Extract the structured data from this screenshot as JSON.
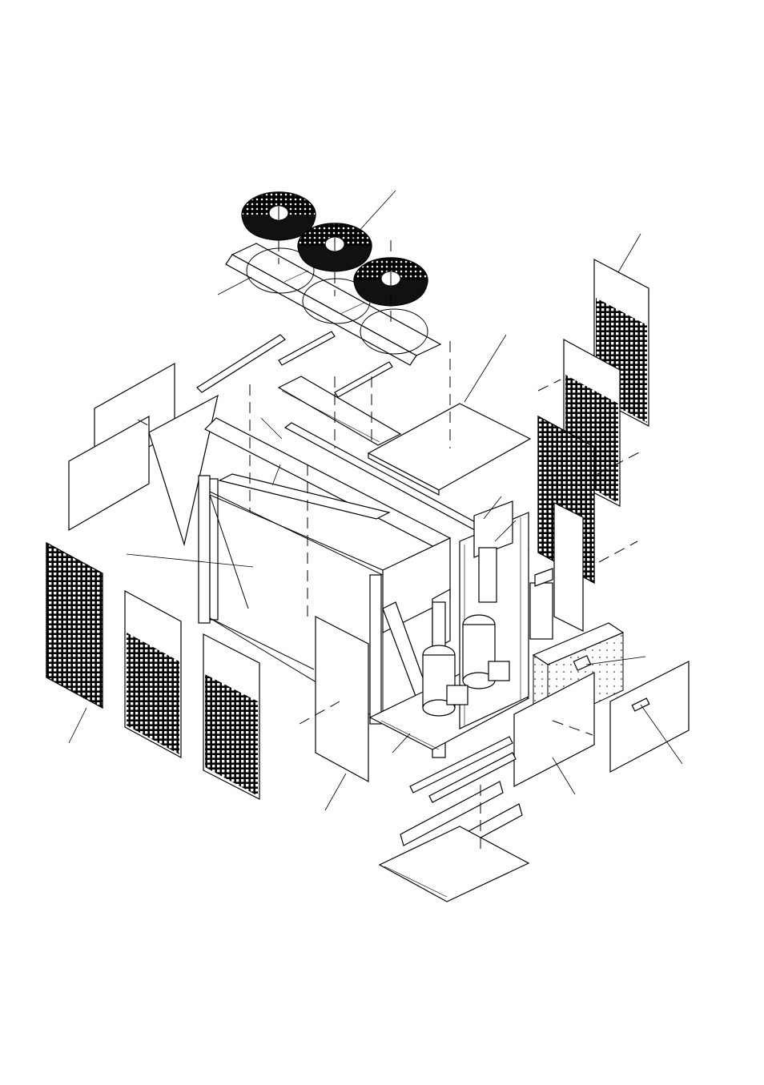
{
  "diagram": {
    "type": "exploded-assembly-drawing",
    "colors": {
      "line": "#000000",
      "background": "#ffffff"
    },
    "parts": [
      "fan-assembly",
      "fan-assembly",
      "fan-assembly",
      "fan-deck-panel",
      "top-rails",
      "top-cover-panel",
      "left-end-panels",
      "coil-frame",
      "front-grille-panels",
      "service-panel",
      "right-grille-panels",
      "compressor-compartment",
      "electrical-box",
      "electrical-box-cover",
      "base-rails",
      "base-pan"
    ]
  }
}
